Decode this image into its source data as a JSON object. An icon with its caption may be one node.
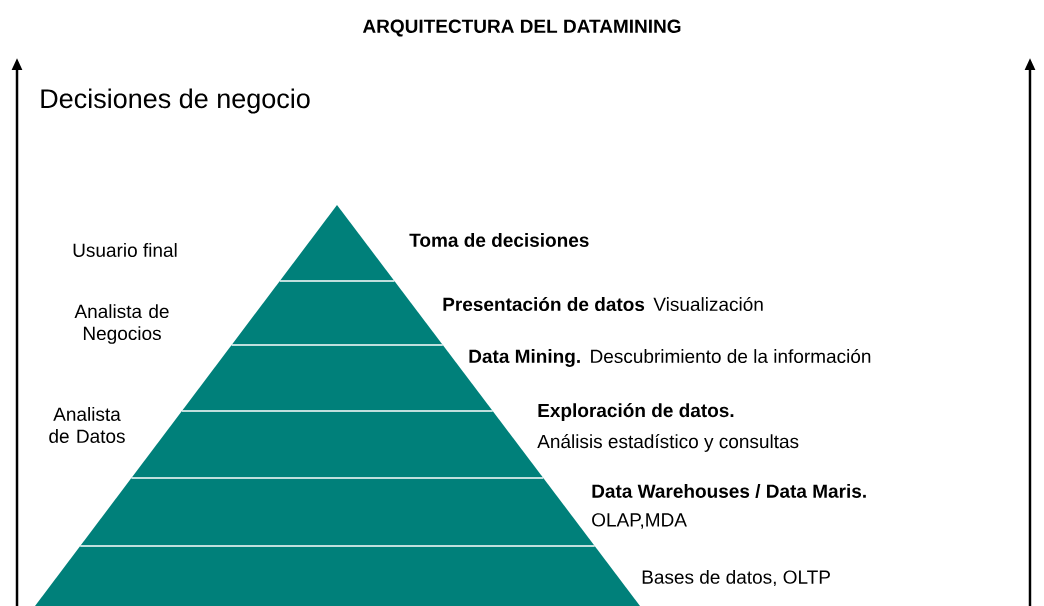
{
  "diagram": {
    "title": "ARQUITECTURA DEL DATAMINING",
    "nodes": [
      {
        "text": [],
        "shape": "triangle",
        "beside": [
          "Toma de decisiones"
        ]
      },
      {
        "text": [],
        "shape": "band",
        "beside": [
          "Presentación de datos",
          "Visualización"
        ]
      },
      {
        "text": [],
        "shape": "band",
        "beside": [
          "Data Mining.",
          "Descubrimiento de la información"
        ]
      },
      {
        "text": [],
        "shape": "band",
        "beside": [
          "Exploración de datos.",
          "Análisis estadístico y consultas"
        ]
      },
      {
        "text": [],
        "shape": "band",
        "beside": [
          "Data Warehouses / Data Maris.",
          "OLAP,MDA"
        ]
      },
      {
        "text": [],
        "shape": "band",
        "beside": [
          "Bases de datos, OLTP"
        ]
      }
    ],
    "labels": [
      "Decisiones de negocio",
      "Usuario final",
      "Analista de Negocios",
      "Analista de Datos"
    ]
  }
}
